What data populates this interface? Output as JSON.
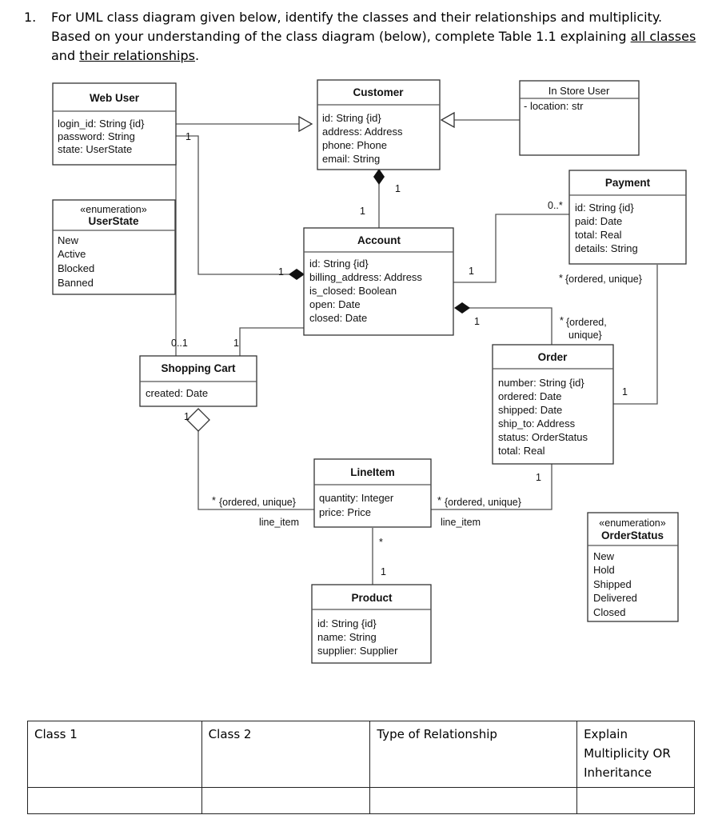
{
  "question": {
    "number": "1.",
    "text_pre": "For UML class diagram given below, identify the classes and their relationships and multiplicity.  Based on your understanding of the class diagram (below), complete Table 1.1 explaining ",
    "underline1": "all classes",
    "text_mid": " and ",
    "underline2": "their relationships",
    "text_end": "."
  },
  "diagram": {
    "classes": {
      "web_user": {
        "name": "Web User",
        "attrs": [
          "login_id: String {id}",
          "password: String",
          "state: UserState"
        ]
      },
      "customer": {
        "name": "Customer",
        "attrs": [
          "id: String {id}",
          "address: Address",
          "phone: Phone",
          "email: String"
        ]
      },
      "in_store_user": {
        "name": "In Store User",
        "attrs": [
          "- location: str"
        ]
      },
      "user_state": {
        "stereotype": "«enumeration»",
        "name": "UserState",
        "attrs": [
          "New",
          "Active",
          "Blocked",
          "Banned"
        ]
      },
      "account": {
        "name": "Account",
        "attrs": [
          "id: String {id}",
          "billing_address: Address",
          "is_closed: Boolean",
          "open: Date",
          "closed: Date"
        ]
      },
      "payment": {
        "name": "Payment",
        "attrs": [
          "id: String {id}",
          "paid: Date",
          "total: Real",
          "details: String"
        ]
      },
      "shopping_cart": {
        "name": "Shopping Cart",
        "attrs": [
          "created: Date"
        ]
      },
      "order": {
        "name": "Order",
        "attrs": [
          "number: String {id}",
          "ordered: Date",
          "shipped: Date",
          "ship_to: Address",
          "status: OrderStatus",
          "total: Real"
        ]
      },
      "line_item": {
        "name": "LineItem",
        "attrs": [
          "quantity: Integer",
          "price: Price"
        ]
      },
      "product": {
        "name": "Product",
        "attrs": [
          "id: String {id}",
          "name: String",
          "supplier: Supplier"
        ]
      },
      "order_status": {
        "stereotype": "«enumeration»",
        "name": "OrderStatus",
        "attrs": [
          "New",
          "Hold",
          "Shipped",
          "Delivered",
          "Closed"
        ]
      }
    },
    "labels": {
      "webuser_customer_mult": "1",
      "customer_account_mult": "1",
      "account_customer_mult": "1",
      "payment_mult": "0..*",
      "payment_constraint": "{ordered, unique}",
      "account_webuser_mult": "1",
      "account_payment_mult": "1",
      "account_order_mult": "1",
      "order_constraint_1": "{ordered,",
      "order_constraint_2": "unique}",
      "cart_webuser_mult": "0..1",
      "webuser_cart_mult": "1",
      "cart_mult": "1",
      "order_payment_mult": "1",
      "cart_line_constraint": "{ordered, unique}",
      "cart_line_role": "line_item",
      "order_line_constraint": "{ordered, unique}",
      "order_line_role": "line_item",
      "order_line_mult": "1",
      "line_product_mult": "1",
      "star": "*"
    }
  },
  "table": {
    "headers": [
      "Class 1",
      "Class 2",
      "Type of Relationship"
    ],
    "header4_lines": [
      "Explain",
      "Multiplicity OR",
      "Inheritance"
    ]
  }
}
